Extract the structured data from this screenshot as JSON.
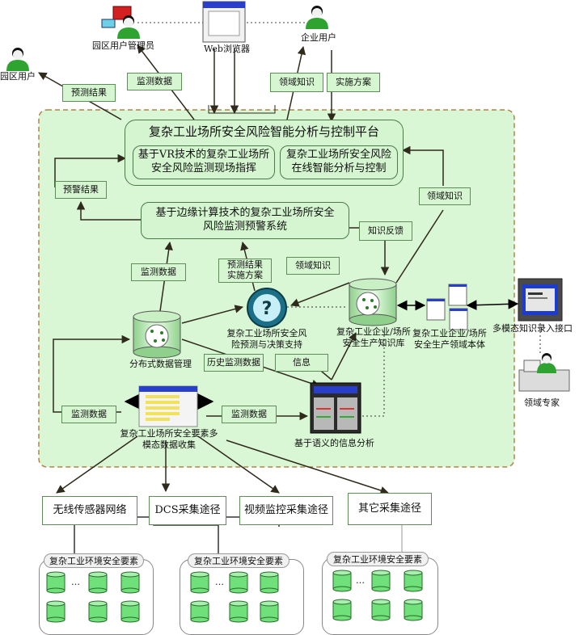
{
  "actors": {
    "park_user": "园区用户",
    "park_admin": "园区用户管理员",
    "web_browser": "Web浏览器",
    "enterprise_user": "企业用户",
    "domain_expert": "领域专家",
    "multimodal_interface": "多模态知识录入接口"
  },
  "platform": {
    "title": "复杂工业场所安全风险智能分析与控制平台",
    "vr_module": "基于VR技术的复杂工业场所安全风险监测现场指挥",
    "online_module": "复杂工业场所安全风险在线智能分析与控制"
  },
  "edge_system": "基于边缘计算技术的复杂工业场所安全风险监测预警系统",
  "nodes": {
    "distributed_db": "分布式数据管理",
    "decision_support": "复杂工业场所安全风险预测与决策支持",
    "knowledge_base": "复杂工业企业/场所安全生产知识库",
    "ontology": "复杂工业企业/场所安全生产领域本体",
    "multimodal_collect": "复杂工业场所安全要素多模态数据收集",
    "semantic_analysis": "基于语义的信息分析"
  },
  "edge_labels": {
    "predict_result": "预测结果",
    "monitor_data_top": "监测数据",
    "domain_knowledge_top": "领域知识",
    "implementation_plan": "实施方案",
    "warning_result": "预警结果",
    "domain_knowledge_right": "领域知识",
    "knowledge_feedback": "知识反馈",
    "monitor_data_mid": "监测数据",
    "predict_plan": "预测结果\n实施方案",
    "domain_knowledge_mid": "领域知识",
    "history_monitor": "历史监测数据",
    "info": "信息",
    "monitor_data_left": "监测数据",
    "monitor_data_right": "监测数据"
  },
  "channels": [
    "无线传感器网络",
    "DCS采集途径",
    "视频监控采集途径",
    "其它采集途径"
  ],
  "env_groups": [
    "复杂工业环境安全要素",
    "复杂工业环境安全要素",
    "复杂工业环境安全要素"
  ],
  "ellipsis": "…",
  "colors": {
    "region_fill": "#d9f7d4",
    "region_border": "#b3834a",
    "node_green": "#3aa03a",
    "arrow": "#3a3020"
  }
}
